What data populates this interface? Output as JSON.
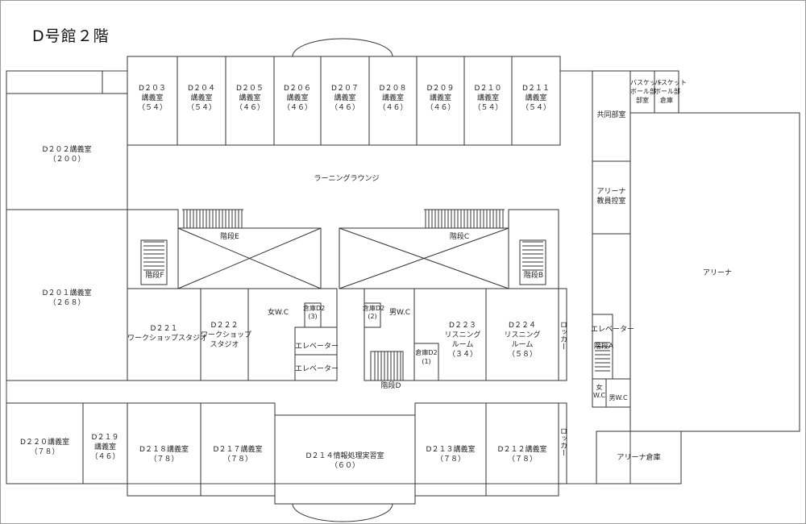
{
  "title": "D号館２階",
  "rooms": {
    "d203": [
      "D２０３",
      "講義室",
      "（５４）"
    ],
    "d204": [
      "D２０４",
      "講義室",
      "（５４）"
    ],
    "d205": [
      "D２０５",
      "講義室",
      "（４６）"
    ],
    "d206": [
      "D２０６",
      "講義室",
      "（４６）"
    ],
    "d207": [
      "D２０７",
      "講義室",
      "（４６）"
    ],
    "d208": [
      "D２０８",
      "講義室",
      "（４６）"
    ],
    "d209": [
      "D２０９",
      "講義室",
      "（４６）"
    ],
    "d210": [
      "D２１０",
      "講義室",
      "（５４）"
    ],
    "d211": [
      "D２１１",
      "講義室",
      "（５４）"
    ],
    "d202": [
      "D２０２講義室",
      "（２００）"
    ],
    "d201": [
      "D２０１講義室",
      "（２６８）"
    ],
    "d221": [
      "D２２１",
      "ワークショップスタジオ"
    ],
    "d222": [
      "D２２２",
      "ワークショップ",
      "スタジオ"
    ],
    "d223": [
      "D２２３",
      "リスニング",
      "ルーム",
      "（３４）"
    ],
    "d224": [
      "D２２４",
      "リスニング",
      "ルーム",
      "（５８）"
    ],
    "d220": [
      "D２２０講義室",
      "（７８）"
    ],
    "d219": [
      "D２１９",
      "講義室",
      "（４６）"
    ],
    "d218": [
      "D２１８講義室",
      "（７８）"
    ],
    "d217": [
      "D２１７講義室",
      "（７８）"
    ],
    "d214": [
      "D２１４情報処理実習室",
      "（６０）"
    ],
    "d213": [
      "D２１３講義室",
      "（７８）"
    ],
    "d212": [
      "D２１２講義室",
      "（７８）"
    ],
    "basket_club": [
      "バスケット",
      "ボール部",
      "部室"
    ],
    "basket_storage": [
      "バスケット",
      "ボール部",
      "倉庫"
    ],
    "joint_club": [
      "共同部室"
    ],
    "arena_staff": [
      "アリーナ",
      "教員控室"
    ],
    "arena": [
      "アリーナ"
    ],
    "arena_storage": [
      "アリーナ倉庫"
    ],
    "womens_wc": [
      "女W.C"
    ],
    "mens_wc": [
      "男W.C"
    ],
    "storage_d2_3": [
      "倉庫D2",
      "(3)"
    ],
    "storage_d2_2": [
      "倉庫D2",
      "(2)"
    ],
    "storage_d2_1": [
      "倉庫D2",
      "(1)"
    ],
    "elevator_1": [
      "エレベーター"
    ],
    "elevator_2": [
      "エレベーター"
    ],
    "elevator_right": [
      "エレベーター"
    ],
    "stairs_a": [
      "階段A"
    ],
    "stairs_b": [
      "階段B"
    ],
    "stairs_c": [
      "階段C"
    ],
    "stairs_d": [
      "階段D"
    ],
    "stairs_e": [
      "階段E"
    ],
    "stairs_f": [
      "階段F"
    ],
    "small_womens_wc": [
      "女",
      "W.C"
    ],
    "small_mens_wc": [
      "男W.C"
    ]
  },
  "learning_lounge": "ラーニングラウンジ",
  "locker_upper": "ロッカー",
  "locker_lower": "ロッカー"
}
